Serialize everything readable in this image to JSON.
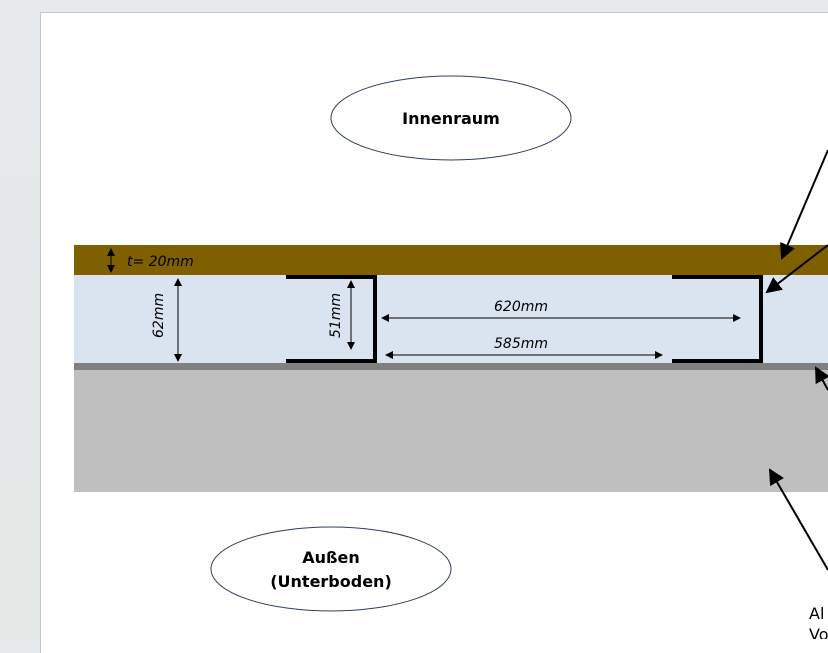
{
  "labels": {
    "inside": "Innenraum",
    "outside_line1": "Außen",
    "outside_line2": "(Unterboden)",
    "thickness": "t= 20mm",
    "height_total": "62mm",
    "height_profile": "51mm",
    "span_outer": "620mm",
    "span_inner": "585mm",
    "callout_line1": "Al",
    "callout_line2": "Vo"
  },
  "colors": {
    "board": "#7f6000",
    "insulation": "#dae3f0",
    "sheet": "#808080",
    "floor": "#bfbfbf"
  }
}
